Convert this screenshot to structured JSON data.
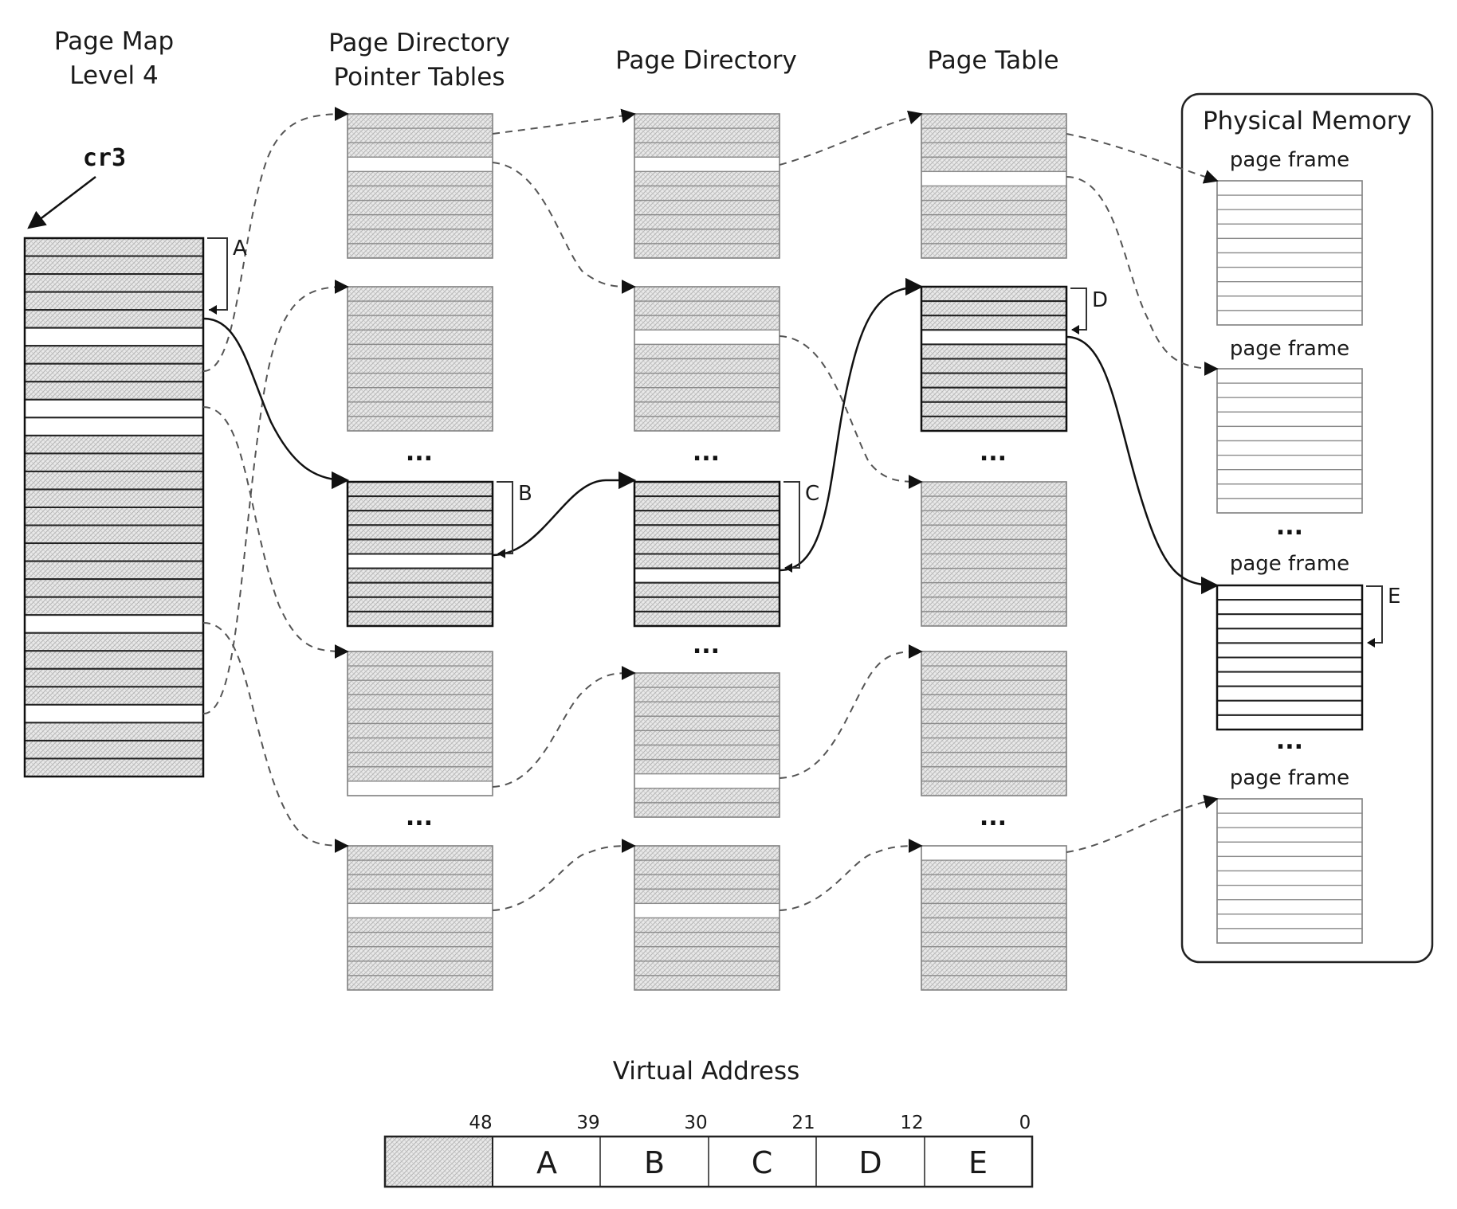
{
  "titles": {
    "pml4_line1": "Page Map",
    "pml4_line2": "Level 4",
    "pdpt_line1": "Page Directory",
    "pdpt_line2": "Pointer Tables",
    "pd": "Page Directory",
    "pt": "Page Table",
    "physical": "Physical Memory"
  },
  "register": "cr3",
  "page_frame_label": "page frame",
  "ellipsis": "...",
  "index_labels": {
    "a": "A",
    "b": "B",
    "c": "C",
    "d": "D",
    "e": "E"
  },
  "virtual_address": {
    "title": "Virtual Address",
    "bits": [
      "48",
      "39",
      "30",
      "21",
      "12",
      "0"
    ],
    "fields": [
      "A",
      "B",
      "C",
      "D",
      "E"
    ]
  },
  "colors": {
    "hatch_fill": "#e6e6e6",
    "hatch_line": "#b8b8b8",
    "active_border": "#222222",
    "inactive_border": "#8a8a8a",
    "dashed_link": "#555555",
    "solid_link": "#111111"
  }
}
